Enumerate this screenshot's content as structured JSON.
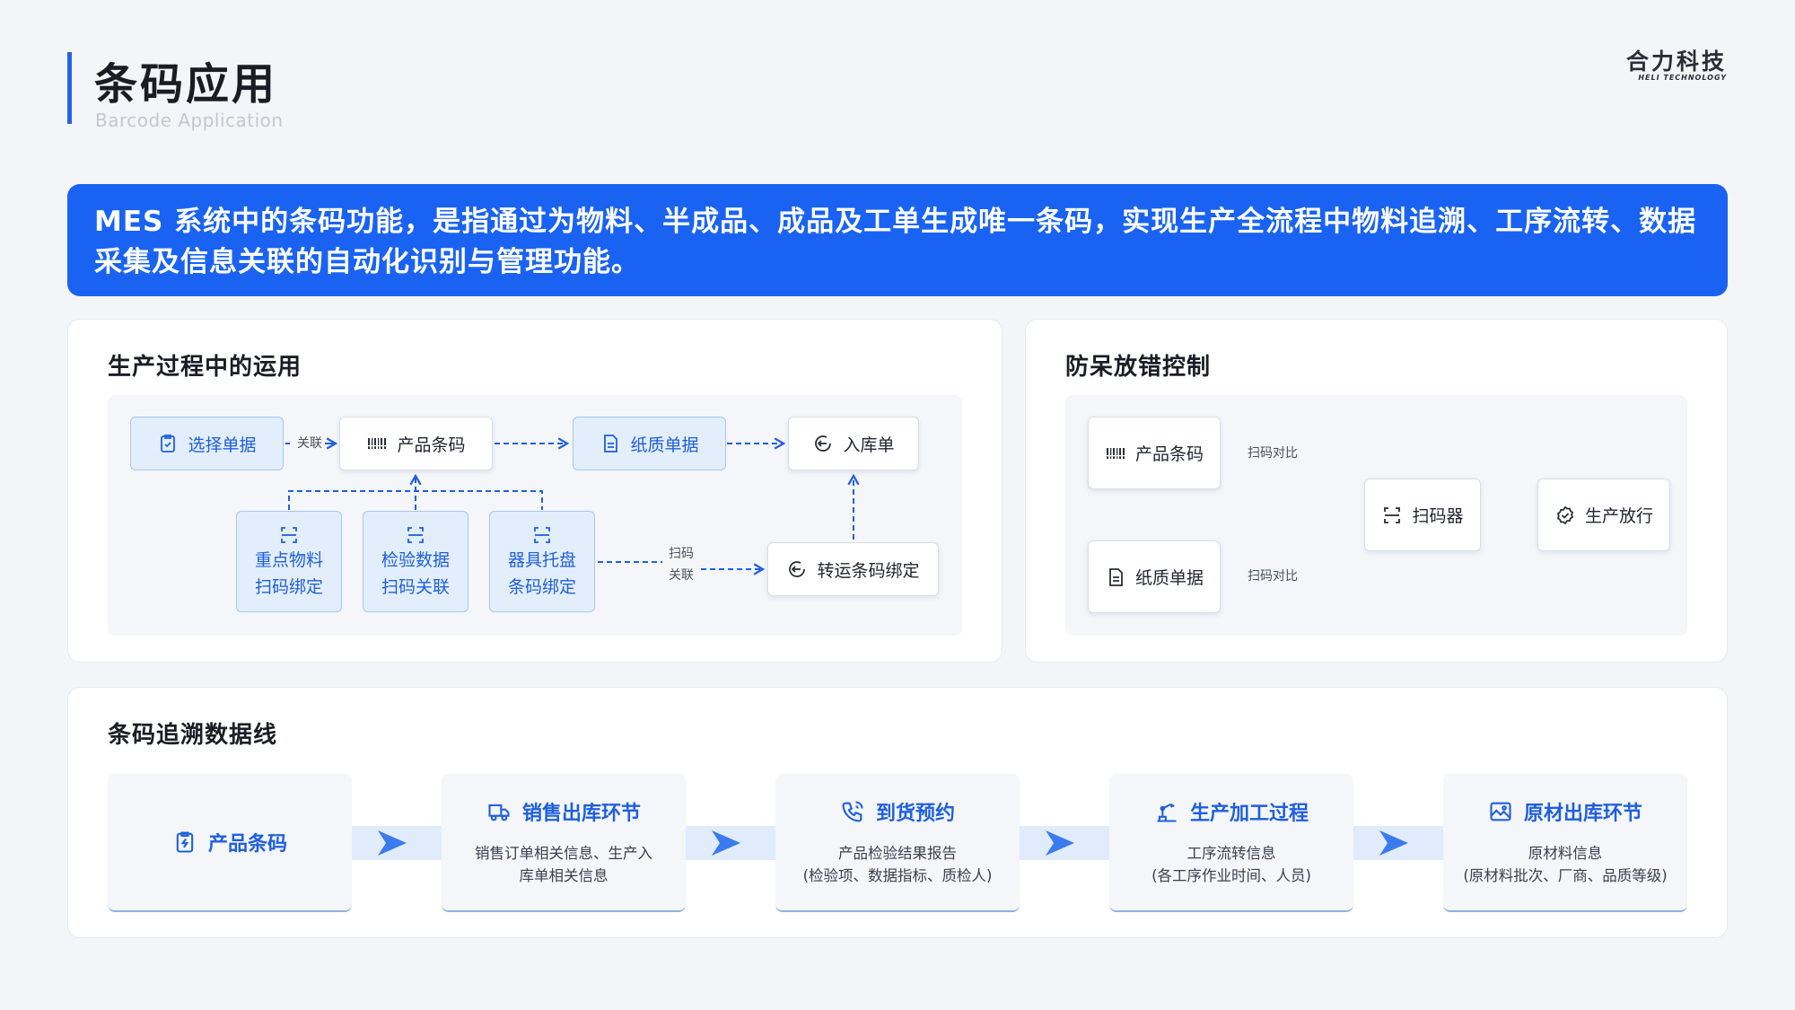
{
  "header": {
    "title": "条码应用",
    "subtitle": "Barcode Application",
    "logo_cn": "合力科技",
    "logo_en": "HELI TECHNOLOGY"
  },
  "banner": {
    "text": "MES 系统中的条码功能，是指通过为物料、半成品、成品及工单生成唯一条码，实现生产全流程中物料追溯、工序流转、数据采集及信息关联的自动化识别与管理功能。"
  },
  "production": {
    "title": "生产过程中的运用",
    "nodes": {
      "select_doc": "选择单据",
      "product_code": "产品条码",
      "paper_doc": "纸质单据",
      "warehouse_in": "入库单",
      "transfer_bind": "转运条码绑定"
    },
    "sub_nodes": [
      {
        "line1": "重点物料",
        "line2": "扫码绑定"
      },
      {
        "line1": "检验数据",
        "line2": "扫码关联"
      },
      {
        "line1": "器具托盘",
        "line2": "条码绑定"
      }
    ],
    "labels": {
      "link": "关联",
      "scan_link_1": "扫码",
      "scan_link_2": "关联"
    }
  },
  "foolproof": {
    "title": "防呆放错控制",
    "nodes": {
      "product_code": "产品条码",
      "paper_doc": "纸质单据",
      "scanner": "扫码器",
      "release": "生产放行"
    },
    "labels": {
      "compare_top": "扫码对比",
      "compare_bottom": "扫码对比"
    }
  },
  "trace": {
    "title": "条码追溯数据线",
    "cards": [
      {
        "title": "产品条码",
        "icon": "clipboard-bolt-icon",
        "line1": "",
        "line2": ""
      },
      {
        "title": "销售出库环节",
        "icon": "truck-icon",
        "line1": "销售订单相关信息、生产入",
        "line2": "库单相关信息"
      },
      {
        "title": "到货预约",
        "icon": "phone-icon",
        "line1": "产品检验结果报告",
        "line2": "(检验项、数据指标、质检人)"
      },
      {
        "title": "生产加工过程",
        "icon": "machine-arm-icon",
        "line1": "工序流转信息",
        "line2": "(各工序作业时间、人员)"
      },
      {
        "title": "原材出库环节",
        "icon": "image-icon",
        "line1": "原材料信息",
        "line2": "(原材料批次、厂商、品质等级)"
      }
    ]
  },
  "colors": {
    "accent": "#1a63f2",
    "node_blue_bg": "#e3eefc",
    "node_blue_text": "#1f5fe0"
  }
}
